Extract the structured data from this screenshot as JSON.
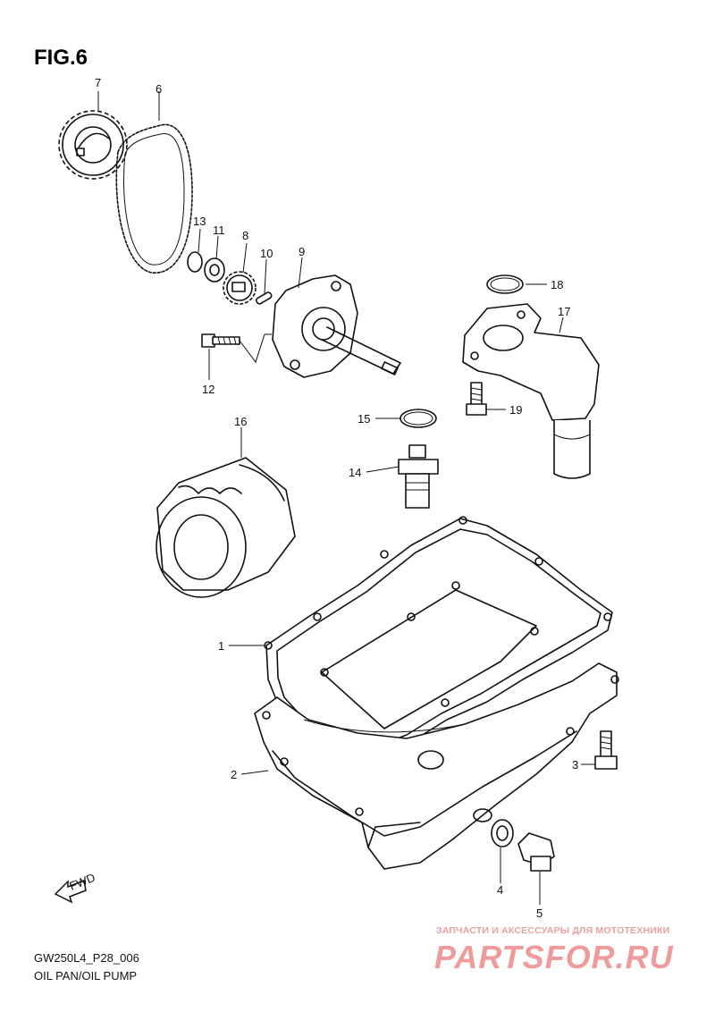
{
  "figure": {
    "label": "FIG.6",
    "code": "GW250L4_P28_006",
    "caption": "OIL PAN/OIL PUMP",
    "fwd_label": "FWD"
  },
  "callouts": [
    {
      "id": "c1",
      "number": "1"
    },
    {
      "id": "c2",
      "number": "2"
    },
    {
      "id": "c3",
      "number": "3"
    },
    {
      "id": "c4",
      "number": "4"
    },
    {
      "id": "c5",
      "number": "5"
    },
    {
      "id": "c6",
      "number": "6"
    },
    {
      "id": "c7",
      "number": "7"
    },
    {
      "id": "c8",
      "number": "8"
    },
    {
      "id": "c9",
      "number": "9"
    },
    {
      "id": "c10",
      "number": "10"
    },
    {
      "id": "c11",
      "number": "11"
    },
    {
      "id": "c12",
      "number": "12"
    },
    {
      "id": "c13",
      "number": "13"
    },
    {
      "id": "c14",
      "number": "14"
    },
    {
      "id": "c15",
      "number": "15"
    },
    {
      "id": "c16",
      "number": "16"
    },
    {
      "id": "c17",
      "number": "17"
    },
    {
      "id": "c18",
      "number": "18"
    },
    {
      "id": "c19",
      "number": "19"
    }
  ],
  "watermark": {
    "line1": "ЗАПЧАСТИ И АКСЕССУАРЫ ДЛЯ МОТОТЕХНИКИ",
    "line2": "PARTSFOR.RU",
    "color": "#ef9b9b"
  }
}
